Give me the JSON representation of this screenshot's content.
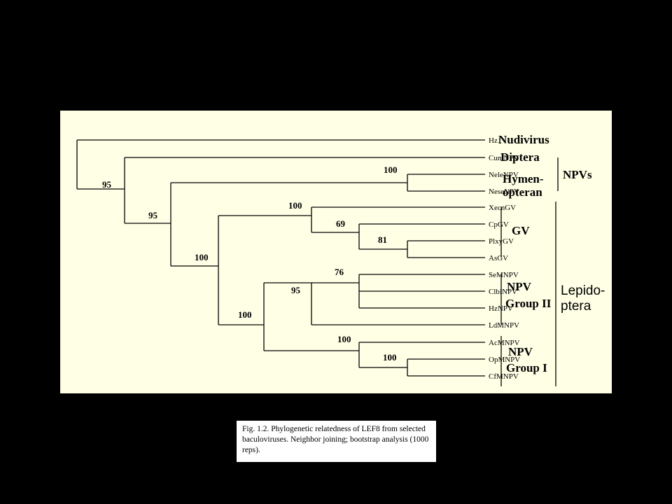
{
  "leaves": [
    "Hz1",
    "CuniNPV",
    "NeleNPV",
    "NeseNPV",
    "XecnGV",
    "CpGV",
    "PlxyGV",
    "AsGV",
    "SeMNPV",
    "ClbiNPV",
    "HzNPV",
    "LdMNPV",
    "AcMNPV",
    "OpMNPV",
    "CfMNPV"
  ],
  "bootstraps": [
    "95",
    "95",
    "100",
    "100",
    "100",
    "69",
    "81",
    "100",
    "95",
    "76",
    "100",
    "100"
  ],
  "groups": {
    "nudivirus": "Nudivirus",
    "diptera": "Diptera",
    "hymen1": "Hymen-",
    "hymen2": "opteran",
    "npvs": "NPVs",
    "gv": "GV",
    "npv2_1": "NPV",
    "npv2_2": "Group II",
    "npv1_1": "NPV",
    "npv1_2": "Group I",
    "lepido1": "Lepido-",
    "lepido2": "ptera"
  },
  "caption": "Fig. 1.2. Phylogenetic relatedness of LEF8 from selected baculoviruses. Neighbor joining; bootstrap analysis (1000 reps).",
  "colors": {
    "background": "#000000",
    "figure_bg": "#FFFFE6",
    "caption_bg": "#FFFFFF"
  }
}
